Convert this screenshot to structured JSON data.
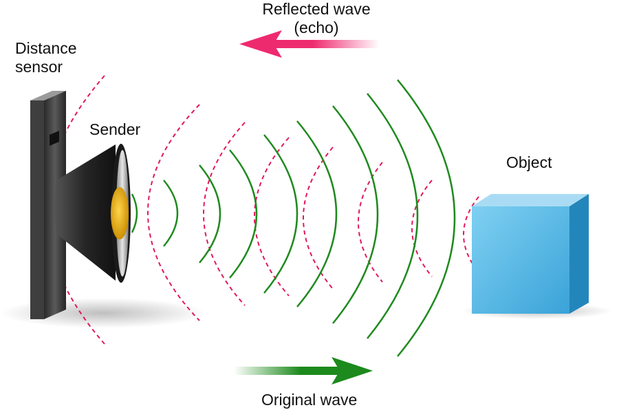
{
  "labels": {
    "distance_sensor": "Distance sensor",
    "sender": "Sender",
    "object": "Object",
    "reflected_wave_line1": "Reflected wave",
    "reflected_wave_line2": "(echo)",
    "original_wave": "Original wave"
  },
  "colors": {
    "original_wave": "#1f8a1f",
    "reflected_wave": "#e0185a",
    "reflected_arrow": "#ee2a6e",
    "original_arrow": "#1c8a1c",
    "object_front": "#5ab8e6",
    "object_top": "#a9dcf4",
    "object_side": "#2386bb",
    "sensor_body": "#4a4a4a",
    "speaker_cone": "#2f2f2f",
    "speaker_center": "#f2b41c"
  }
}
